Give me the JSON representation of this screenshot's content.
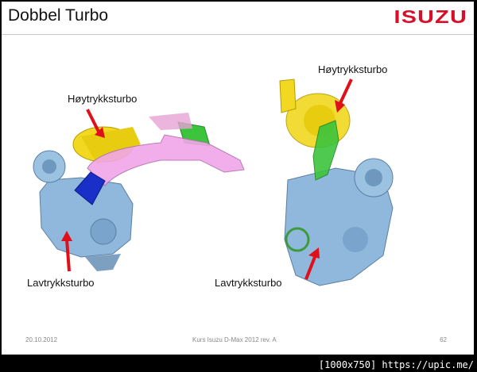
{
  "slide": {
    "title": "Dobbel Turbo",
    "brand": "ISUZU",
    "left_figure": {
      "high_pressure_label": "Høytrykksturbo",
      "low_pressure_label": "Lavtrykksturbo"
    },
    "right_figure": {
      "high_pressure_label": "Høytrykksturbo",
      "low_pressure_label": "Lavtrykksturbo"
    },
    "footer": {
      "date": "20.10.2012",
      "course": "Kurs Isuzu D-Max 2012 rev. A",
      "page": "62"
    }
  },
  "watermark": "[1000x750] https://upic.me/",
  "colors": {
    "brand_red": "#d7102a",
    "arrow_red": "#e0101a",
    "turbo_yellow": "#f2d820",
    "pipe_pink": "#f0a6e8",
    "pipe_green": "#3cc43c",
    "pipe_blue": "#1a2fc8",
    "housing_blue": "#8fb8dc"
  }
}
